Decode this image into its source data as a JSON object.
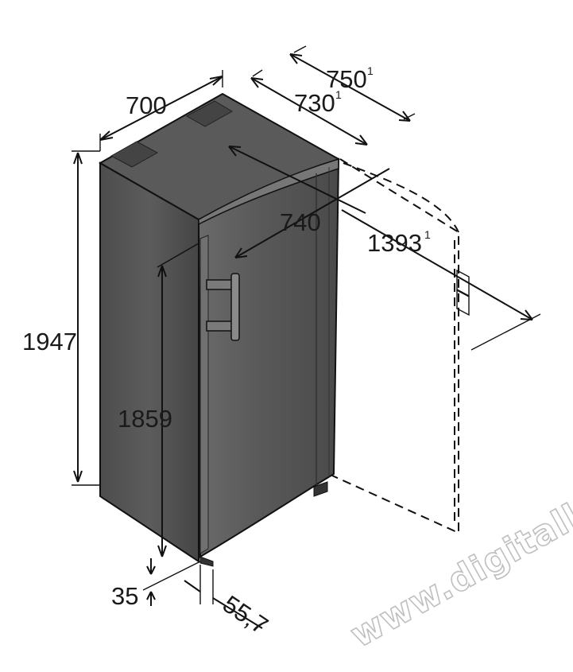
{
  "dimensions": {
    "depth_total": {
      "value": "750",
      "note": "1"
    },
    "depth_body": {
      "value": "730",
      "note": "1"
    },
    "width": {
      "value": "700"
    },
    "door_depth": {
      "value": "740"
    },
    "door_open_depth": {
      "value": "1393",
      "note": "1"
    },
    "height_total": {
      "value": "1947"
    },
    "height_to_door_top": {
      "value": "1859"
    },
    "foot_height": {
      "value": "35"
    },
    "foot_offset": {
      "value": "55,7"
    }
  },
  "watermark": {
    "text": "www.digitalko.hu"
  }
}
